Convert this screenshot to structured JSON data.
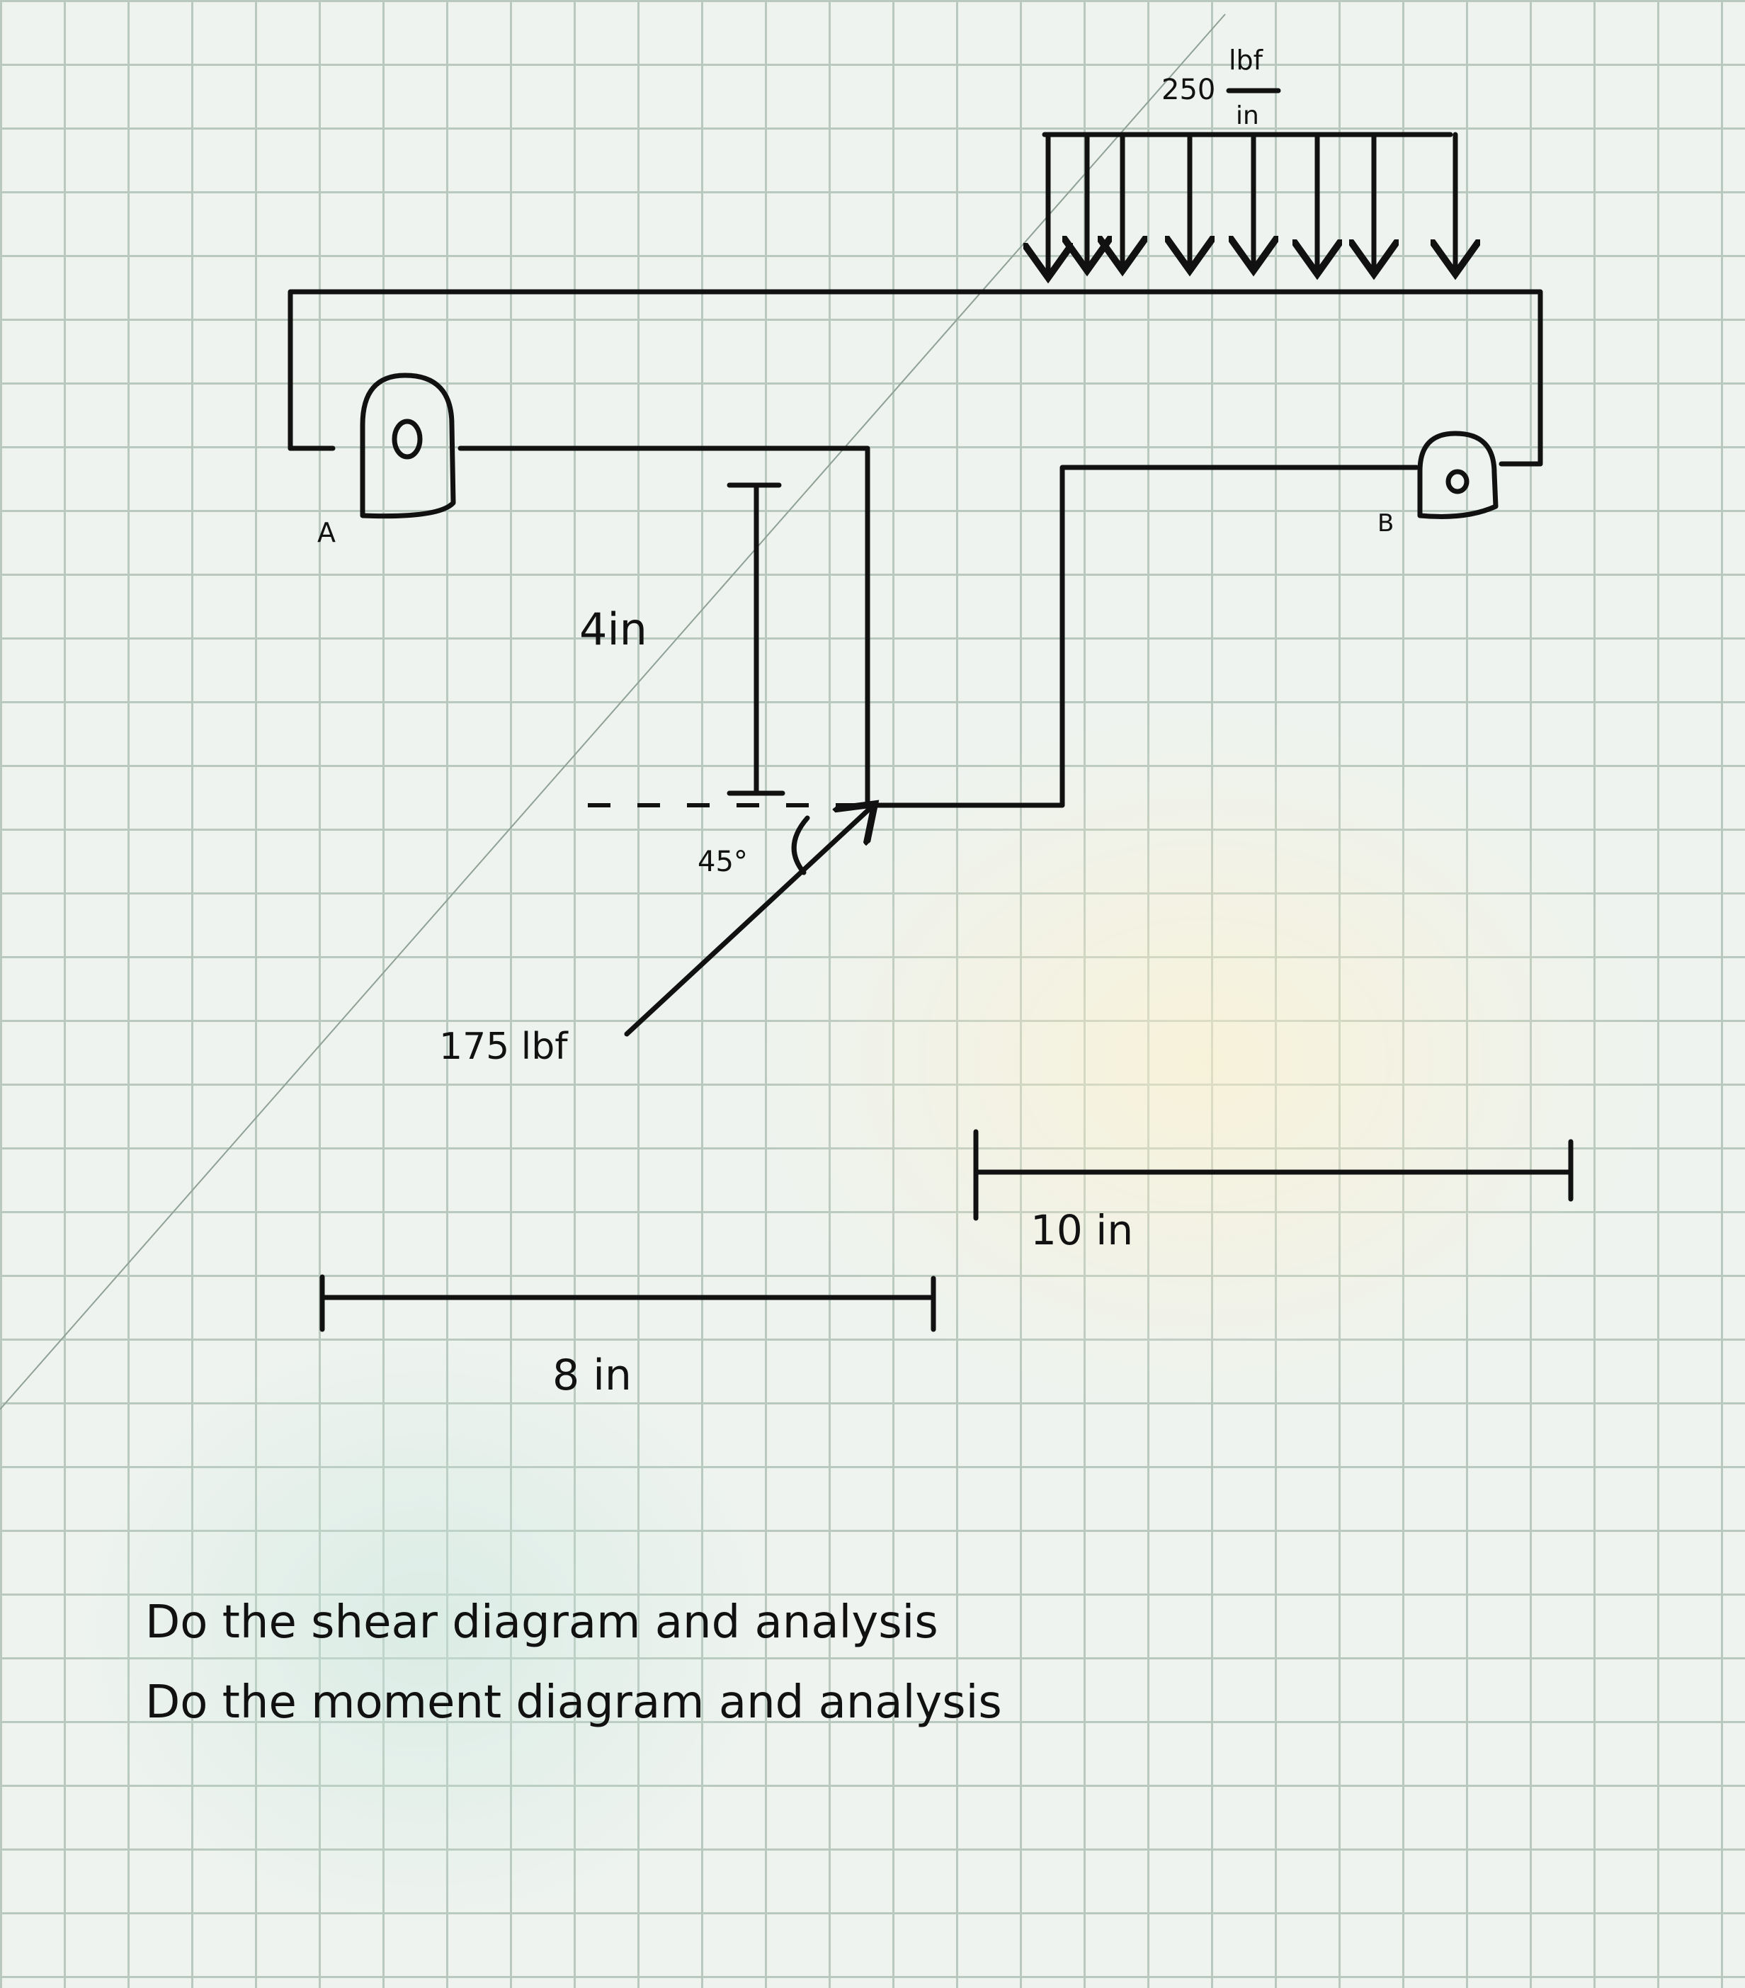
{
  "labels": {
    "load_value": "250",
    "load_unit_num": "lbf",
    "load_unit_den": "in",
    "support_a": "A",
    "support_b": "B",
    "dim_vertical": "4in",
    "angle": "45°",
    "force": "175 lbf",
    "dim_right": "10 in",
    "dim_left": "8 in"
  },
  "instructions": [
    "Do the shear diagram and analysis",
    "Do the moment diagram and analysis"
  ]
}
